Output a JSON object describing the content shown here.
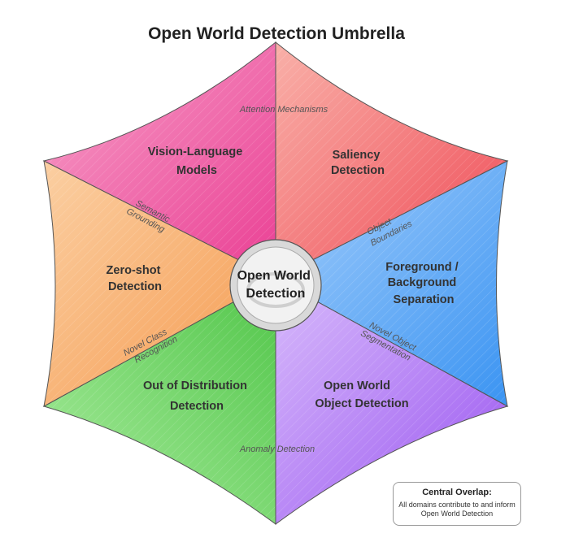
{
  "title": "Open World Detection Umbrella",
  "center": {
    "lines": [
      "Open World",
      "Detection"
    ]
  },
  "segments": [
    {
      "id": "vision-language-models",
      "lines": [
        "Vision-Language",
        "Models"
      ],
      "color": "#f06aa8"
    },
    {
      "id": "saliency-detection",
      "lines": [
        "Saliency",
        "Detection"
      ],
      "color": "#f47878"
    },
    {
      "id": "foreground-background-separation",
      "lines": [
        "Foreground /",
        "Background",
        "Separation"
      ],
      "color": "#6fb1f7"
    },
    {
      "id": "open-world-object-detection",
      "lines": [
        "Open World",
        "Object Detection"
      ],
      "color": "#b57df5"
    },
    {
      "id": "out-of-distribution-detection",
      "lines": [
        "Out of Distribution",
        "Detection"
      ],
      "color": "#74d66f"
    },
    {
      "id": "zero-shot-detection",
      "lines": [
        "Zero-shot",
        "Detection"
      ],
      "color": "#f8b074"
    }
  ],
  "edge_labels": [
    {
      "id": "attention-mechanisms",
      "lines": [
        "Attention Mechanisms"
      ]
    },
    {
      "id": "object-boundaries",
      "lines": [
        "Object",
        "Boundaries"
      ]
    },
    {
      "id": "novel-object-segmentation",
      "lines": [
        "Novel Object",
        "Segmentation"
      ]
    },
    {
      "id": "anomaly-detection",
      "lines": [
        "Anomaly Detection"
      ]
    },
    {
      "id": "novel-class-recognition",
      "lines": [
        "Novel Class",
        "Recognition"
      ]
    },
    {
      "id": "semantic-grounding",
      "lines": [
        "Semantic",
        "Grounding"
      ]
    }
  ],
  "note": {
    "title": "Central Overlap:",
    "body": "All domains contribute to and inform Open World Detection"
  }
}
